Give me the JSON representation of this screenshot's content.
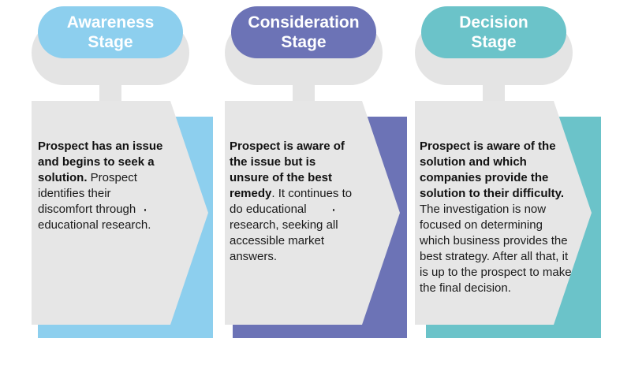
{
  "colors": {
    "awareness": "#8dcfee",
    "consideration": "#6c73b6",
    "decision": "#6bc3c9",
    "card": "#e6e6e6",
    "pill_outline": "#e4e4e4"
  },
  "stages": [
    {
      "title_line1": "Awareness",
      "title_line2": "Stage",
      "bold_text": "Prospect has an issue and begins to seek a solution.",
      "body_text": " Prospect identifies their discomfort through educational research."
    },
    {
      "title_line1": "Consideration",
      "title_line2": "Stage",
      "bold_text": "Prospect is aware of the issue but is unsure of the best remedy",
      "body_text": ". It continues to do educational research, seeking all accessible market answers."
    },
    {
      "title_line1": "Decision",
      "title_line2": "Stage",
      "bold_text": "Prospect is aware of the solution and which companies provide the solution to their difficulty.",
      "body_text": " The investigation is now focused on determining which business provides the best strategy. After all that, it is up to the prospect to make the final decision."
    }
  ]
}
